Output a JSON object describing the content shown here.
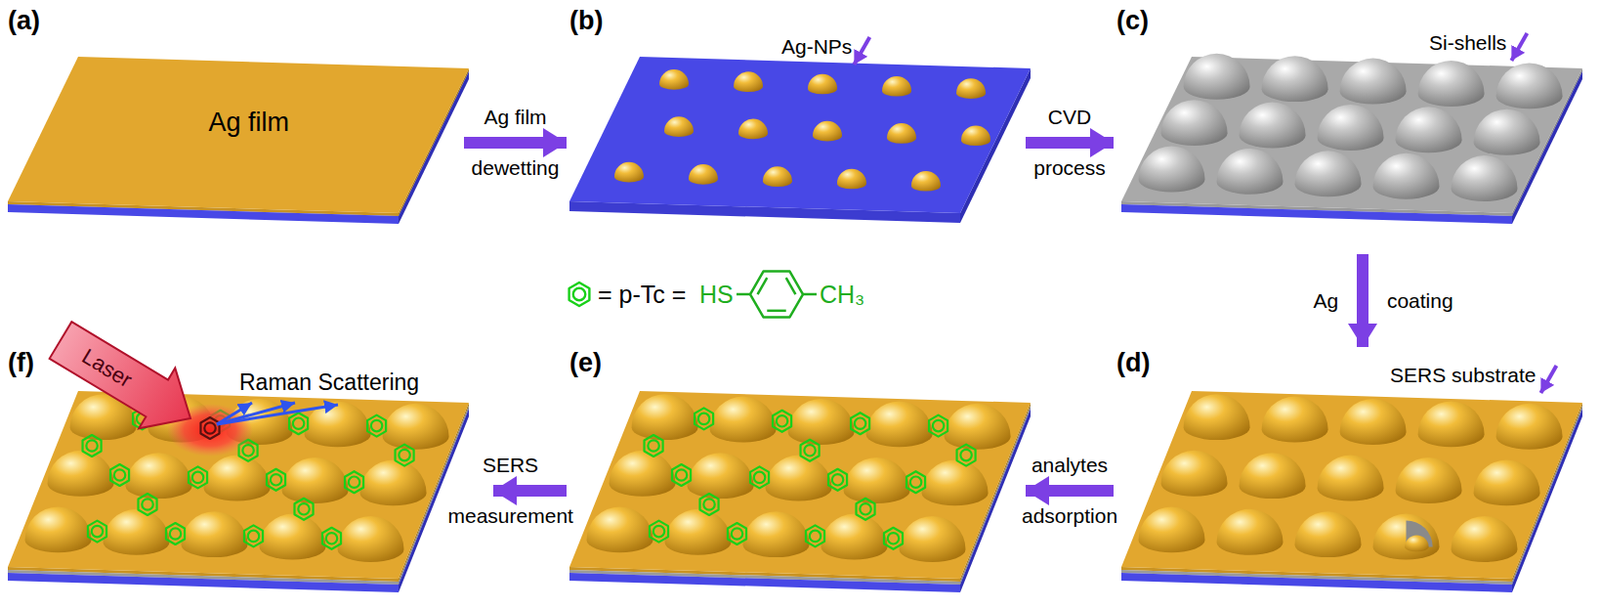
{
  "diagram": {
    "nodes": [
      {
        "text": [
          "(a)",
          "Ag film"
        ]
      },
      {
        "text": [
          "(b)",
          "Ag-NPs"
        ]
      },
      {
        "text": [
          "(c)",
          "Si-shells"
        ]
      },
      {
        "text": [
          "(d)",
          "SERS substrate"
        ]
      },
      {
        "text": [
          "(e)"
        ]
      },
      {
        "text": [
          "(f)",
          "Laser",
          "Raman Scattering"
        ]
      }
    ],
    "edges": [
      {
        "from": 0,
        "to": 1,
        "arrow": "to",
        "label": "Ag film dewetting"
      },
      {
        "from": 1,
        "to": 2,
        "arrow": "to",
        "label": "CVD process"
      },
      {
        "from": 2,
        "to": 3,
        "arrow": "to",
        "label": "Ag coating"
      },
      {
        "from": 3,
        "to": 4,
        "arrow": "to",
        "label": "analytes adsorption"
      },
      {
        "from": 4,
        "to": 5,
        "arrow": "to",
        "label": "SERS measurement"
      }
    ],
    "labels": [
      "= p-Tc =",
      "HS",
      "CH₃"
    ]
  }
}
